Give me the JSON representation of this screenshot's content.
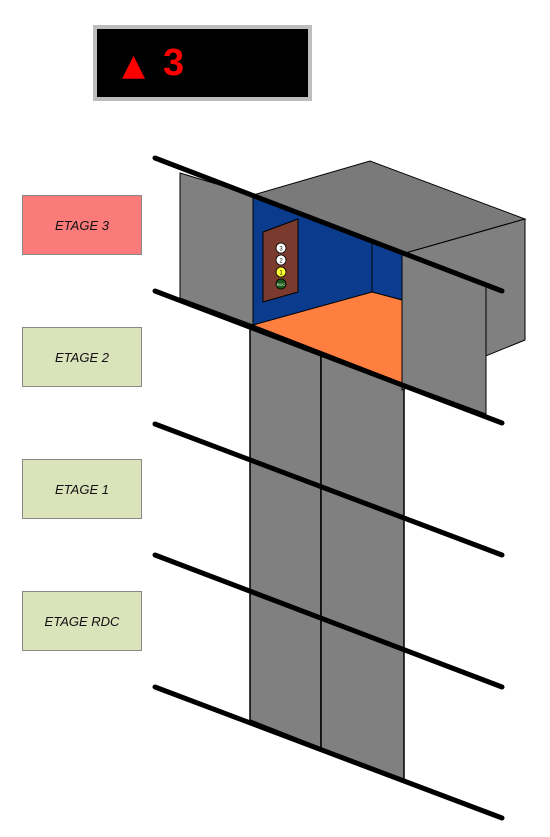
{
  "display": {
    "direction_icon": "up-triangle-icon",
    "arrow": "▲",
    "floor": "3",
    "text_color": "#ff0000"
  },
  "floors": [
    {
      "label": "ETAGE 3",
      "active": true
    },
    {
      "label": "ETAGE 2",
      "active": false
    },
    {
      "label": "ETAGE 1",
      "active": false
    },
    {
      "label": "ETAGE RDC",
      "active": false
    }
  ],
  "cabin_panel": {
    "buttons": [
      "3",
      "2",
      "1",
      "RDC"
    ],
    "lit_button": "1"
  },
  "colors": {
    "active_floor": "#fb7b7b",
    "idle_floor": "#dbe3bb",
    "cabin_wall": "#0b3b8c",
    "cabin_floor": "#ff7f40",
    "shaft": "#808080",
    "panel": "#7a3a2e",
    "lit_button": "#ffff33"
  }
}
